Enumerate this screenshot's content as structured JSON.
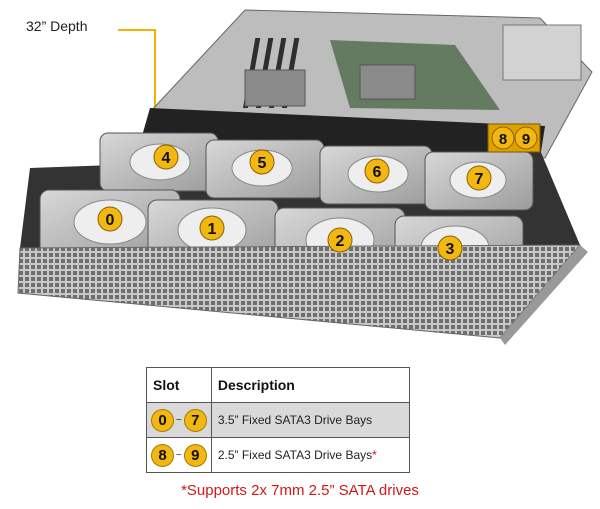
{
  "callout": {
    "label": "32” Depth"
  },
  "drive_badges": {
    "d0": "0",
    "d1": "1",
    "d2": "2",
    "d3": "3",
    "d4": "4",
    "d5": "5",
    "d6": "6",
    "d7": "7",
    "d8": "8",
    "d9": "9"
  },
  "table": {
    "headers": [
      "Slot",
      "Description"
    ],
    "rows": [
      {
        "slot_from": "0",
        "sep": "~",
        "slot_to": "7",
        "description": "3.5” Fixed SATA3 Drive Bays",
        "asterisk": ""
      },
      {
        "slot_from": "8",
        "sep": "~",
        "slot_to": "9",
        "description": "2.5” Fixed SATA3 Drive Bays",
        "asterisk": "*"
      }
    ]
  },
  "note": "*Supports 2x 7mm 2.5” SATA drives",
  "colors": {
    "badge": "#f2b811",
    "note": "#d01818",
    "callout_line": "#f0b400"
  }
}
